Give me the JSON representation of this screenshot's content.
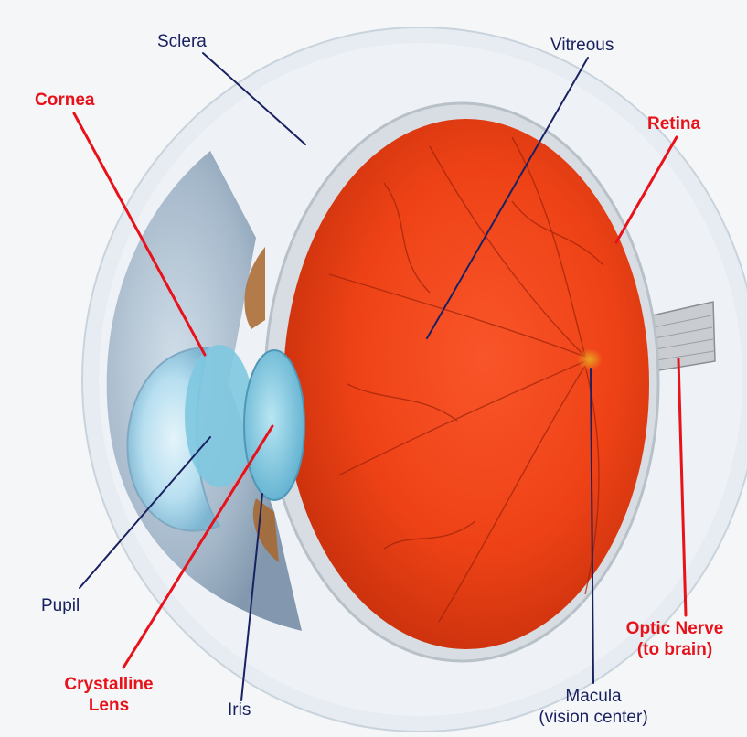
{
  "colors": {
    "background": "#f4f6f8",
    "callout_red": "#e8121a",
    "callout_navy": "#1a2161",
    "retina_orange": "#f04a18",
    "cornea_blue": "#9fd6ea"
  },
  "labels": {
    "sclera": "Sclera",
    "vitreous": "Vitreous",
    "cornea": "Cornea",
    "retina": "Retina",
    "pupil": "Pupil",
    "optic_nerve_line1": "Optic Nerve",
    "optic_nerve_line2": "(to brain)",
    "crystalline_line1": "Crystalline",
    "crystalline_line2": "Lens",
    "iris": "Iris",
    "macula_line1": "Macula",
    "macula_line2": "(vision center)"
  }
}
